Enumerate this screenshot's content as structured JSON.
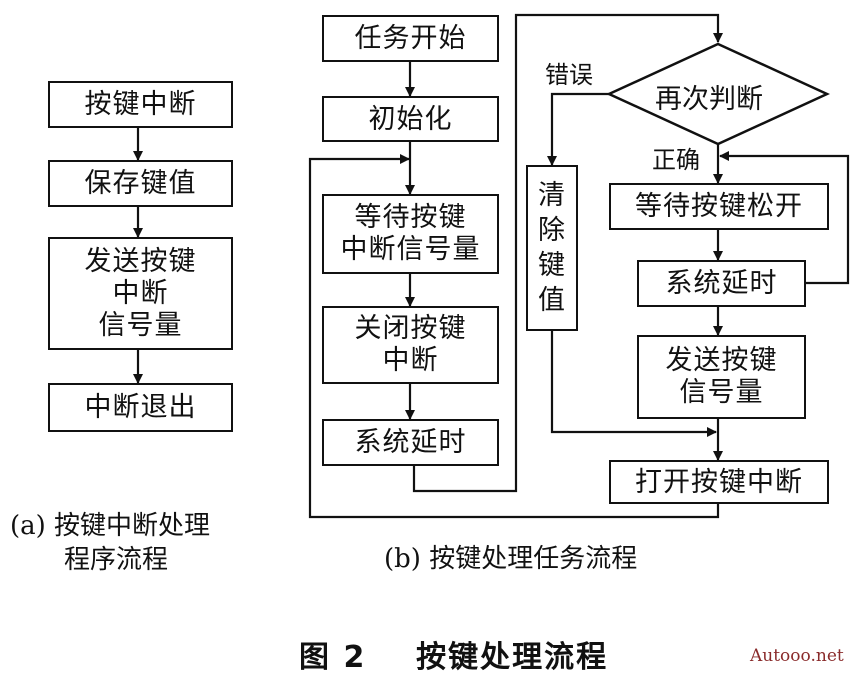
{
  "panel_a": {
    "boxes": {
      "interrupt": "按键中断",
      "save_key": "保存键值",
      "send_sem": [
        "发送按键",
        "中断",
        "信号量"
      ],
      "exit": "中断退出"
    },
    "caption": [
      "(a) 按键中断处理",
      "程序流程"
    ]
  },
  "panel_b": {
    "boxes": {
      "task_start": "任务开始",
      "init": "初始化",
      "wait_sem": [
        "等待按键",
        "中断信号量"
      ],
      "close_int": [
        "关闭按键",
        "中断"
      ],
      "delay1": "系统延时",
      "judge": "再次判断",
      "clear_key": [
        "清",
        "除",
        "键",
        "值"
      ],
      "wait_release": "等待按键松开",
      "delay2": "系统延时",
      "send_sem": [
        "发送按键",
        "信号量"
      ],
      "open_int": "打开按键中断"
    },
    "labels": {
      "error": "错误",
      "correct": "正确"
    },
    "caption": "(b) 按键处理任务流程"
  },
  "figure_title": "图 2    按键处理流程",
  "watermark": "Autooo.net"
}
